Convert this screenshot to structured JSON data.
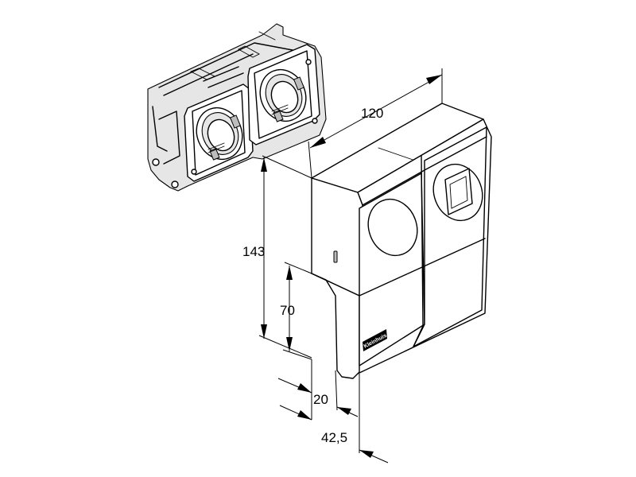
{
  "dimensions": {
    "width": "120",
    "height_total": "143",
    "height_lower": "70",
    "depth_lower": "20",
    "depth_total": "42,5"
  },
  "brand_label": "Kleinhuis"
}
